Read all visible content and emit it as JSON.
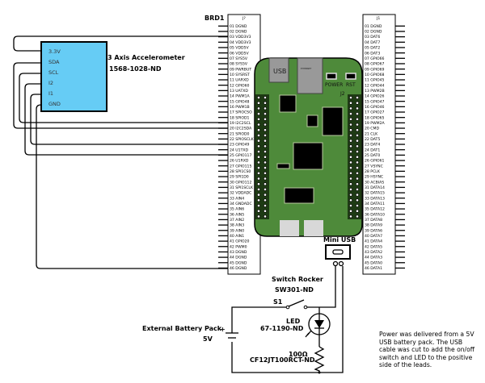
{
  "board": {
    "ref": "BRD1",
    "left_header_name": "J?",
    "right_header_name": "J1",
    "usb_label": "USB",
    "ethernet_label": "ETHERNET",
    "power_label": "POWER",
    "rst_label": "RST",
    "j2_label": "J2",
    "mini_usb_label": "Mini USB",
    "color": "#4e8a3a",
    "left_pins": [
      "01 DGND",
      "02 DGND",
      "03 VDD3V3",
      "04 VDD3V3",
      "05 VDD5V",
      "06 VDD5V",
      "07 SYS5V",
      "08 SYS5V",
      "09 PWRBUT",
      "10 SYSRST",
      "11 UARXD",
      "12 GPIO60",
      "13 UATXD",
      "14 PWM1A",
      "15 GPIO48",
      "16 PWM1B",
      "17 SPIOCSO",
      "18 SPIOD1",
      "19 I2C2SCL",
      "20 I2C2SDA",
      "21 SPIOD0",
      "22 SPIOSCLK",
      "23 GPIO49",
      "24 U1TXD",
      "25 GPIO117",
      "26 U1RXD",
      "27 GPIO115",
      "28 SPI1CS0",
      "29 SPI1D0",
      "30 GPIO112",
      "31 SPI1SCLK",
      "32 VDDADC",
      "33 AIN4",
      "34 GNDADC",
      "35 AIN6",
      "36 AIN5",
      "37 AIN2",
      "38 AIN3",
      "39 AIN0",
      "40 AIN1",
      "41 GPIO20",
      "42 PWM0",
      "43 DGND",
      "44 DGND",
      "45 DGND",
      "46 DGND"
    ],
    "right_pins": [
      "01 DGND",
      "02 DGND",
      "03 DAT6",
      "04 DAT7",
      "05 DAT2",
      "06 DAT3",
      "07 GPIO66",
      "08 GPIO67",
      "09 GPIO69",
      "10 GPIO68",
      "11 GPIO45",
      "12 GPIO44",
      "13 PWM2B",
      "14 GPIO26",
      "15 GPIO47",
      "16 GPIO46",
      "17 GPIO27",
      "18 GPIO65",
      "19 PWM2A",
      "20 CMD",
      "21 CLK",
      "22 DAT5",
      "23 DAT4",
      "24 DAT1",
      "25 DAT0",
      "26 GPIO61",
      "27 VSYNC",
      "28 PCLK",
      "29 HSYNC",
      "30 ACBIAS",
      "31 DATA14",
      "32 DATA15",
      "33 DATA13",
      "34 DATA11",
      "35 DATA12",
      "36 DATA10",
      "37 DATA8",
      "38 DATA9",
      "39 DATA6",
      "40 DATA7",
      "41 DATA4",
      "42 DATA5",
      "43 DATA2",
      "44 DATA3",
      "45 DATA0",
      "46 DATA1"
    ]
  },
  "accelerometer": {
    "title": "3 Axis Accelerometer",
    "part": "1568-1028-ND",
    "color": "#66ccf5",
    "pins": [
      "3.3V",
      "SDA",
      "SCL",
      "I2",
      "I1",
      "GND"
    ]
  },
  "switch": {
    "title": "Switch Rocker",
    "part": "SW301-ND",
    "ref": "S1"
  },
  "led": {
    "title": "LED",
    "part": "67-1190-ND"
  },
  "resistor": {
    "value": "100Ω",
    "part": "CF12JT100RCT-ND"
  },
  "battery": {
    "title": "External Battery Pack",
    "voltage": "5V",
    "plus": "+"
  },
  "note": "Power was delivered from a 5V USB battery pack. The USB cable was cut to add the on/off switch and LED to the positive side of the leads."
}
